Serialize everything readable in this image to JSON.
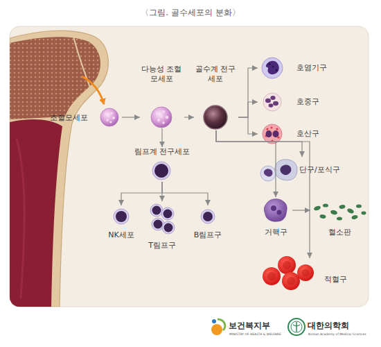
{
  "diagram": {
    "title": "〈그림. 골수세포의 분화〉",
    "nodes": [
      {
        "text": [
          "조혈모세포"
        ]
      },
      {
        "text": [
          "다능성 조혈모세포"
        ]
      },
      {
        "text": [
          "골수계 전구세포"
        ]
      },
      {
        "text": [
          "림프계 전구세포"
        ]
      },
      {
        "text": [
          "NK세포"
        ]
      },
      {
        "text": [
          "T림프구"
        ]
      },
      {
        "text": [
          "B림프구"
        ]
      },
      {
        "text": [
          "호염기구"
        ]
      },
      {
        "text": [
          "호중구"
        ]
      },
      {
        "text": [
          "호산구"
        ]
      },
      {
        "text": [
          "단구/포식구"
        ]
      },
      {
        "text": [
          "거핵구"
        ]
      },
      {
        "text": [
          "혈소판"
        ]
      },
      {
        "text": [
          "적혈구"
        ]
      }
    ],
    "edges": [
      {
        "from": 0,
        "to": 1,
        "arrow": "to"
      },
      {
        "from": 1,
        "to": 2,
        "arrow": "to"
      },
      {
        "from": 1,
        "to": 3,
        "arrow": "to"
      },
      {
        "from": 3,
        "to": 4,
        "arrow": "to"
      },
      {
        "from": 3,
        "to": 5,
        "arrow": "to"
      },
      {
        "from": 3,
        "to": 6,
        "arrow": "to"
      },
      {
        "from": 2,
        "to": 7,
        "arrow": "to"
      },
      {
        "from": 2,
        "to": 8,
        "arrow": "to"
      },
      {
        "from": 2,
        "to": 9,
        "arrow": "to"
      },
      {
        "from": 2,
        "to": 10,
        "arrow": "to"
      },
      {
        "from": 2,
        "to": 11,
        "arrow": "to"
      },
      {
        "from": 2,
        "to": 13,
        "arrow": "to"
      },
      {
        "from": 11,
        "to": 12,
        "arrow": "to"
      }
    ],
    "labels": [
      "보건복지부",
      "MINISTRY OF HEALTH & WELFARE",
      "대한의학회",
      "Korean Academy of Medical Sciences"
    ]
  }
}
